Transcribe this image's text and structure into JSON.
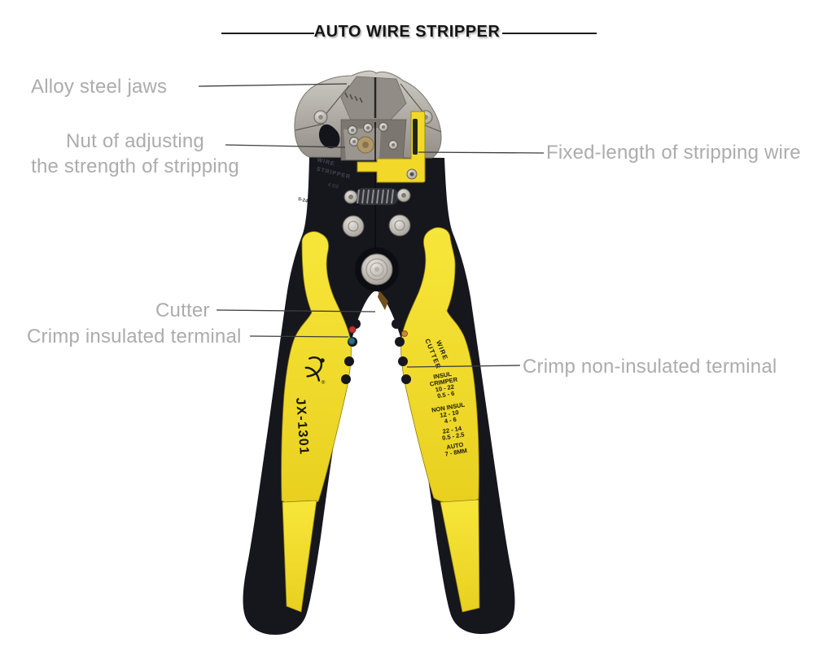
{
  "page": {
    "background": "#ffffff"
  },
  "header": {
    "title": "AUTO WIRE STRIPPER"
  },
  "callouts": {
    "alloy_steel_jaws": "Alloy steel jaws",
    "adjusting_nut_line1": "Nut of adjusting",
    "adjusting_nut_line2": "the strength of stripping",
    "fixed_length": "Fixed-length of stripping wire",
    "cutter": "Cutter",
    "crimp_insulated": "Crimp insulated terminal",
    "crimp_non_insulated": "Crimp non-insulated terminal"
  },
  "tool": {
    "model": "JX-1301",
    "registered_symbol": "®",
    "embossed_line1": "WIRE",
    "embossed_line2": "STRIPPER",
    "embossed_mark_1": "4 1/2",
    "embossed_mark_2": "0-24",
    "side_label_line1": "WIRE",
    "side_label_line2": "CUTTER",
    "specs": [
      "INSUL",
      "CRIMPER",
      "10 - 22",
      "0.5 - 6",
      "NON INSUL",
      "12 - 10",
      "4 - 6",
      "22 - 14",
      "0.5 - 2.5",
      "AUTO",
      "7 - 8MM"
    ],
    "colors": {
      "handle_yellow": "#F0DC28",
      "body_black": "#16161D",
      "metal_gray": "#A49F98",
      "indicator_red": "#C13434",
      "indicator_teal": "#2A6E80",
      "indicator_orange": "#CD8632"
    }
  }
}
